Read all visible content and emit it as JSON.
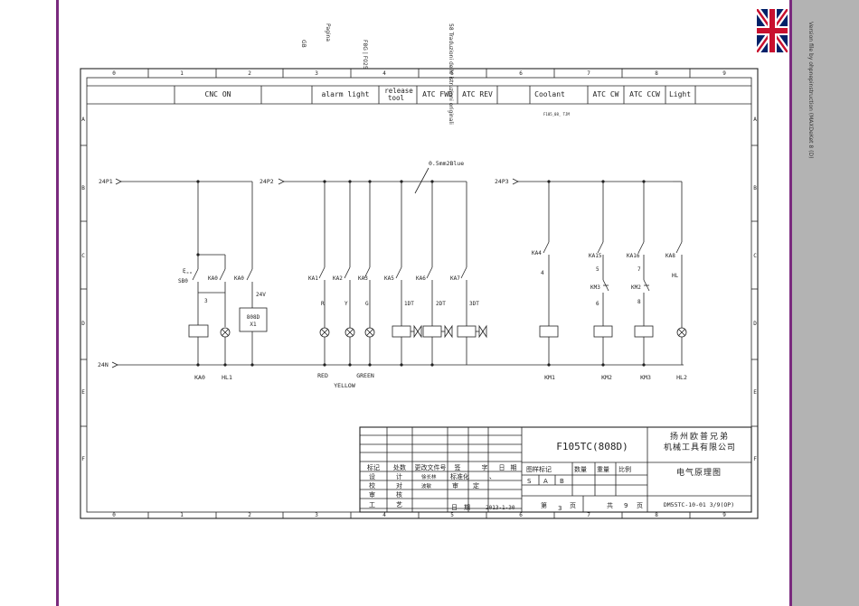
{
  "viewer": {
    "side_text": "Version file by ohpnepinstruction (MAXDeKet 8 (D)",
    "rotated_notes": [
      "GB",
      "Pagina",
      "F8G | F025",
      "58 Traduzioni delle istruzioni originali"
    ],
    "flag_icon": "uk-flag-icon"
  },
  "frame": {
    "top_numbers": [
      "0",
      "1",
      "2",
      "3",
      "4",
      "5",
      "6",
      "7",
      "8",
      "9"
    ],
    "bottom_numbers": [
      "0",
      "1",
      "2",
      "3",
      "4",
      "5",
      "6",
      "7",
      "8",
      "9"
    ],
    "row_letters": [
      "A",
      "B",
      "C",
      "D",
      "E",
      "F"
    ]
  },
  "sections": [
    "CNC ON",
    "alarm light",
    "release tool",
    "ATC FWD",
    "ATC REV",
    "Coolant",
    "ATC CW",
    "ATC CCW",
    "Light"
  ],
  "small_note": "F105_08_ TJM",
  "rails": {
    "left_top": "24P1",
    "mid_top": "24P2",
    "right_top": "24P3",
    "bottom": "24N",
    "wire_note": "0.5mm2Blue"
  },
  "components": {
    "sb0": "SB0",
    "e_label": "E",
    "ka0_contact_1": "KA0",
    "ka0_contact_2": "KA0",
    "wire_3": "3",
    "wire_24v": "24V",
    "box_line1": "808D",
    "box_line2": "X1",
    "ka1": "KA1",
    "ka2": "KA2",
    "ka3": "KA3",
    "ka5": "KA5",
    "ka6": "KA6",
    "ka7": "KA7",
    "r": "R",
    "y": "Y",
    "g": "G",
    "dt1": "1DT",
    "dt2": "2DT",
    "dt3": "3DT",
    "ka4": "KA4",
    "wire_4": "4",
    "ka15": "KA15",
    "wire_5": "5",
    "km3_nc": "KM3",
    "wire_6": "6",
    "ka16": "KA16",
    "wire_7": "7",
    "km2_nc": "KM2",
    "wire_8": "8",
    "ka8": "KA8",
    "hl": "HL"
  },
  "bottom_labels": [
    "KA0",
    "HL1",
    "RED",
    "GREEN",
    "YELLOW",
    "KM1",
    "KM2",
    "KM3",
    "HL2"
  ],
  "title_block": {
    "model": "F105TC(808D)",
    "company_line1": "扬州欧普兄弟",
    "company_line2": "机械工具有限公司",
    "drawing_title": "电气原理图",
    "drawing_number": "DM55TC-10-01 3/9(OP)",
    "header_row": [
      "标记",
      "处数",
      "更改文件号",
      "签",
      "字",
      "日",
      "期"
    ],
    "rows": [
      [
        "设",
        "计",
        "徐长林",
        "标准化",
        "、"
      ],
      [
        "校",
        "对",
        "波敏",
        "审",
        "定"
      ],
      [
        "审",
        "核"
      ],
      [
        "工",
        "艺"
      ]
    ],
    "date_label": "日　期",
    "date": "2013-1-30",
    "grid_headers": [
      "图样标记",
      "数量",
      "重量",
      "比例"
    ],
    "marks": [
      "S",
      "A",
      "B"
    ],
    "sheet_label": "第",
    "sheet_num": "3",
    "sheet_unit": "页",
    "total_label": "共",
    "total_num": "9",
    "total_unit": "页"
  }
}
